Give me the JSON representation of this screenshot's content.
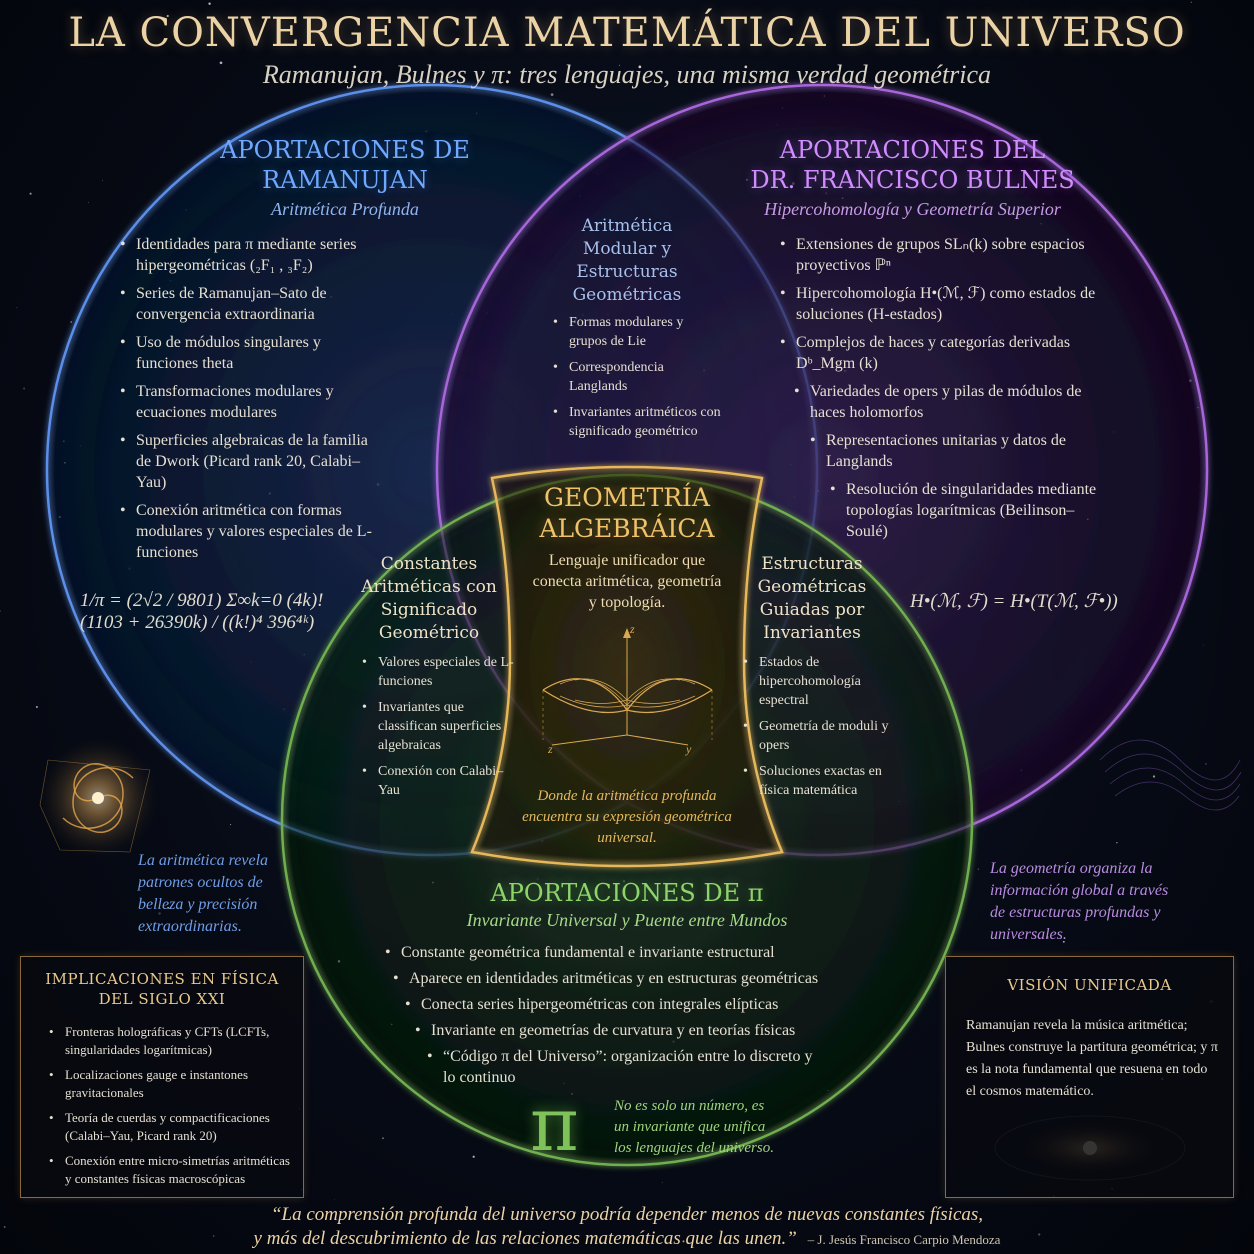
{
  "title": "LA CONVERGENCIA MATEMÁTICA DEL UNIVERSO",
  "subtitle": "Ramanujan, Bulnes y π: tres lenguajes, una misma verdad geométrica",
  "colors": {
    "blue": "#5b8fe8",
    "purple": "#a766d9",
    "green": "#6fae4f",
    "gold": "#e6b85c"
  },
  "ramanujan": {
    "title_l1": "APORTACIONES DE",
    "title_l2": "RAMANUJAN",
    "subtitle": "Aritmética Profunda",
    "items": [
      "Identidades para π mediante series hipergeométricas   (₂F₁ , ₃F₂)",
      "Series de Ramanujan–Sato de convergencia extraordinaria",
      "Uso de módulos singulares y funciones theta",
      "Transformaciones modulares y ecuaciones modulares",
      "Superficies algebraicas de la familia de Dwork (Picard rank 20, Calabi–Yau)",
      "Conexión aritmética con formas modulares y valores especiales de L-funciones"
    ],
    "formula": "1/π = (2√2 / 9801) Σ∞k=0 (4k)! (1103 + 26390k) / ((k!)⁴ 396⁴ᵏ)"
  },
  "bulnes": {
    "title_l1": "APORTACIONES DEL",
    "title_l2": "DR. FRANCISCO BULNES",
    "subtitle": "Hipercohomología y Geometría Superior",
    "items": [
      "Extensiones de grupos SLₙ(k) sobre espacios proyectivos ℙⁿ",
      "Hipercohomología H•(ℳ, ℱ) como estados de soluciones (H-estados)",
      "Complejos de haces y categorías derivadas Dᵇ_Mgm (k)",
      "Variedades de opers y pilas de módulos de haces holomorfos",
      "Representaciones unitarias y datos de Langlands",
      "Resolución de singularidades mediante topologías logarítmicas (Beilinson–Soulé)"
    ],
    "formula": "H•(ℳ, ℱ) = H•(T(ℳ, ℱ•))"
  },
  "modular": {
    "title": "Aritmética Modular y Estructuras Geométricas",
    "items": [
      "Formas modulares y grupos de Lie",
      "Correspondencia Langlands",
      "Invariantes aritméticos con significado geométrico"
    ]
  },
  "constantes": {
    "title": "Constantes Aritméticas con Significado Geométrico",
    "items": [
      "Valores especiales de L-funciones",
      "Invariantes que classifican superficies algebraicas",
      "Conexión con Calabi–Yau"
    ]
  },
  "estructuras": {
    "title": "Estructuras Geométricas Guiadas por Invariantes",
    "items": [
      "Estados de hipercohomología espectral",
      "Geometría de moduli y opers",
      "Soluciones exactas en física matemática"
    ]
  },
  "geometria": {
    "title_l1": "GEOMETRÍA",
    "title_l2": "ALGEBRÁICA",
    "desc": "Lenguaje unificador que conecta aritmética, geometría y topología.",
    "axis_z": "z",
    "axis_y": "y",
    "axis_z2": "z",
    "note": "Donde la aritmética profunda encuentra su expresión geométrica universal."
  },
  "pi": {
    "title": "APORTACIONES DE π",
    "subtitle": "Invariante Universal y Puente entre Mundos",
    "items": [
      "Constante geométrica fundamental e invariante estructural",
      "Aparece en identidades aritméticas y en estructuras geométricas",
      "Conecta series hipergeométricas con integrales elípticas",
      "Invariante en geometrías de curvatura y en teorías físicas",
      "“Código π del Universo”: organización entre lo discreto y lo continuo"
    ],
    "symbol": "π",
    "note": "No es solo un número, es un invariante que unifica los lenguajes del universo."
  },
  "left_note": "La aritmética revela patrones ocultos de belleza y precisión extraordinarias.",
  "right_note": "La geometría organiza la información global a través de estructuras profundas y universales.",
  "implicaciones": {
    "title_l1": "IMPLICACIONES EN FÍSICA",
    "title_l2": "DEL SIGLO XXI",
    "items": [
      "Fronteras holográficas y CFTs (LCFTs, singularidades logarítmicas)",
      "Localizaciones gauge e instantones gravitacionales",
      "Teoría de cuerdas y compactificaciones (Calabi–Yau, Picard rank 20)",
      "Conexión entre micro-simetrías aritméticas y constantes físicas macroscópicas"
    ]
  },
  "vision": {
    "title": "VISIÓN UNIFICADA",
    "text": "Ramanujan revela la música aritmética; Bulnes construye la partitura geométrica; y π es la nota fundamental que resuena en todo el cosmos matemático."
  },
  "quote": {
    "line1": "“La comprensión profunda del universo podría depender menos de nuevas constantes físicas,",
    "line2": "y más del descubrimiento de las relaciones matemáticas que las unen.”",
    "author": "– J. Jesús Francisco Carpio Mendoza"
  }
}
